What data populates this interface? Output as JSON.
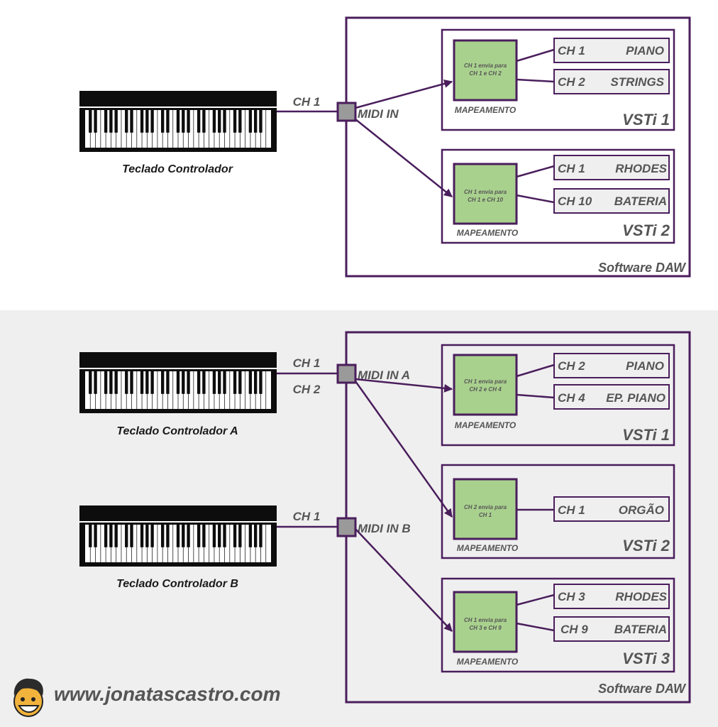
{
  "colors": {
    "accent": "#4a1e5c",
    "mapping_fill": "#a9d18e",
    "port_fill": "#9a9a9a",
    "label_gray": "#555555",
    "bottom_background": "#efefef"
  },
  "top": {
    "keyboard_label": "Teclado Controlador",
    "cable_channel": "CH 1",
    "midi_in_label": "MIDI IN",
    "daw_label": "Software DAW",
    "vsti1": {
      "title": "VSTi 1",
      "mapping_text_line1": "CH 1 envia para",
      "mapping_text_line2": "CH 1 e CH 2",
      "mapping_label": "MAPEAMENTO",
      "channels": [
        {
          "ch": "CH 1",
          "name": "PIANO"
        },
        {
          "ch": "CH 2",
          "name": "STRINGS"
        }
      ]
    },
    "vsti2": {
      "title": "VSTi 2",
      "mapping_text_line1": "CH 1 envia para",
      "mapping_text_line2": "CH 1 e CH 10",
      "mapping_label": "MAPEAMENTO",
      "channels": [
        {
          "ch": "CH 1",
          "name": "RHODES"
        },
        {
          "ch": "CH 10",
          "name": "BATERIA"
        }
      ]
    }
  },
  "bottom": {
    "keyboard_a_label": "Teclado Controlador A",
    "keyboard_b_label": "Teclado Controlador B",
    "cable_a_channel1": "CH 1",
    "cable_a_channel2": "CH 2",
    "cable_b_channel": "CH 1",
    "midi_in_a_label": "MIDI IN A",
    "midi_in_b_label": "MIDI IN B",
    "daw_label": "Software DAW",
    "vsti1": {
      "title": "VSTi 1",
      "mapping_text_line1": "CH 1 envia para",
      "mapping_text_line2": "CH 2 e CH 4",
      "mapping_label": "MAPEAMENTO",
      "channels": [
        {
          "ch": "CH 2",
          "name": "PIANO"
        },
        {
          "ch": "CH 4",
          "name": "EP. PIANO"
        }
      ]
    },
    "vsti2": {
      "title": "VSTi 2",
      "mapping_text_line1": "CH 2 envia para",
      "mapping_text_line2": "CH 1",
      "mapping_label": "MAPEAMENTO",
      "channels": [
        {
          "ch": "CH 1",
          "name": "ORGÃO"
        }
      ]
    },
    "vsti3": {
      "title": "VSTi 3",
      "mapping_text_line1": "CH 1 envia para",
      "mapping_text_line2": "CH 3 e CH 9",
      "mapping_label": "MAPEAMENTO",
      "channels": [
        {
          "ch": "CH 3",
          "name": "RHODES"
        },
        {
          "ch": "CH 9",
          "name": "BATERIA"
        }
      ]
    }
  },
  "footer": {
    "url": "www.jonatascastro.com",
    "avatar_icon": "cartoon-face-icon"
  }
}
